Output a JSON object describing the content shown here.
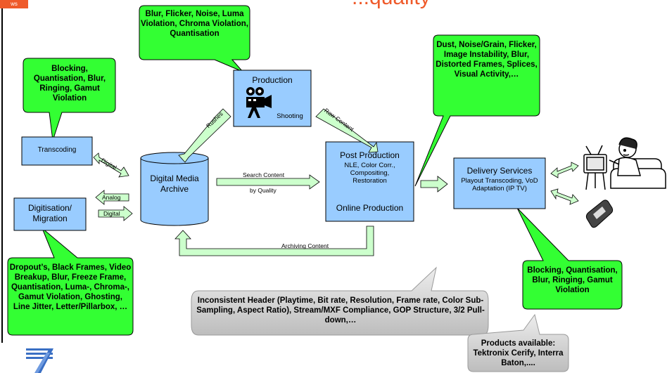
{
  "slide": {
    "corner_tag": "ws",
    "title": "...quality",
    "colors": {
      "green": "#33ff33",
      "blue": "#99ccff",
      "gray": "#cccccc",
      "arrow": "#ccffcc",
      "accent": "#ef5a2a"
    }
  },
  "callouts": {
    "production_defects": "Blur, Flicker, Noise, Luma Violation, Chroma Violation, Quantisation",
    "transcoding_defects": "Blocking, Quantisation, Blur, Ringing, Gamut Violation",
    "post_defects": "Dust, Noise/Grain, Flicker, Image Instability, Blur, Distorted Frames, Splices, Visual Activity,…",
    "digitisation_defects": "Dropout’s, Black Frames, Video Breakup, Blur, Freeze Frame, Quantisation, Luma-, Chroma-, Gamut Violation, Ghosting, Line Jitter, Letter/Pillarbox, …",
    "delivery_defects": "Blocking, Quantisation, Blur, Ringing, Gamut Violation",
    "header_issues": "Inconsistent Header (Playtime, Bit rate, Resolution, Frame rate, Color Sub-Sampling, Aspect Ratio), Stream/MXF Compliance, GOP Structure, 3/2 Pull-down,…",
    "products": "Products available: Tektronix Cerify, Interra Baton,...."
  },
  "boxes": {
    "production": {
      "title": "Production",
      "sub": "Shooting"
    },
    "transcoding": {
      "title": "Transcoding"
    },
    "digitisation": {
      "title": "Digitisation/ Migration"
    },
    "archive": {
      "title": "Digital Media Archive"
    },
    "post": {
      "title": "Post Production",
      "sub": "NLE, Color Corr., Compositing, Restoration",
      "footer": "Online Production"
    },
    "delivery": {
      "title": "Delivery Services",
      "sub": "Playout Transcoding, VoD Adaptation (IP TV)"
    }
  },
  "arrows": {
    "rushes": "Rushes",
    "raw_content": "Raw Content",
    "search_content": "Search Content",
    "by_quality": "by Quality",
    "archiving_content": "Archiving Content",
    "digital_top": "Digital",
    "analog": "Analog",
    "digital_bottom": "Digital"
  },
  "icons": [
    "film-camera-icon",
    "tv-viewer-icon",
    "mobile-phone-icon",
    "fp7-logo-icon"
  ]
}
